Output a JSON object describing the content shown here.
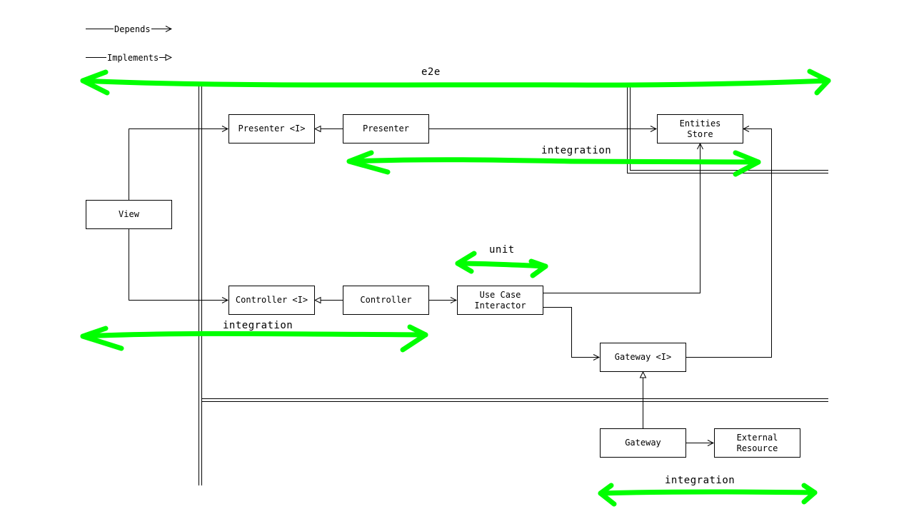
{
  "legend": {
    "depends": "Depends",
    "implements": "Implements"
  },
  "boxes": {
    "presenter_interface": "Presenter <I>",
    "presenter": "Presenter",
    "entities_store": "Entities\nStore",
    "view": "View",
    "controller_interface": "Controller <I>",
    "controller": "Controller",
    "use_case_interactor": "Use Case\nInteractor",
    "gateway_interface": "Gateway <I>",
    "gateway": "Gateway",
    "external_resource": "External\nResource"
  },
  "scopes": {
    "e2e": "e2e",
    "integration_presentation": "integration",
    "unit": "unit",
    "integration_controller": "integration",
    "integration_gateway": "integration"
  },
  "colors": {
    "scope_marker": "#00ff00",
    "line": "#000000",
    "background": "#ffffff"
  }
}
